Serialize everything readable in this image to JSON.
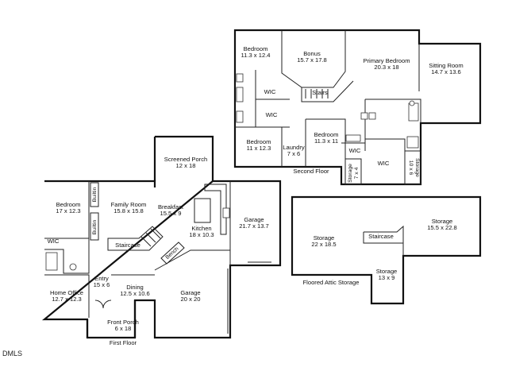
{
  "floors": {
    "first": {
      "caption": "First Floor",
      "rooms": [
        {
          "id": "bedroom",
          "name": "Bedroom",
          "dims": "17 x 12.3"
        },
        {
          "id": "family-room",
          "name": "Family Room",
          "dims": "15.8 x 15.8"
        },
        {
          "id": "breakfast",
          "name": "Breakfast",
          "dims": "15.5 x 9"
        },
        {
          "id": "kitchen",
          "name": "Kitchen",
          "dims": "18 x 10.3"
        },
        {
          "id": "screened-porch",
          "name": "Screened Porch",
          "dims": "12 x 18"
        },
        {
          "id": "garage-1",
          "name": "Garage",
          "dims": "21.7 x 13.7"
        },
        {
          "id": "garage-2",
          "name": "Garage",
          "dims": "20 x 20"
        },
        {
          "id": "home-office",
          "name": "Home Office",
          "dims": "12.7 x 12.3"
        },
        {
          "id": "entry",
          "name": "Entry",
          "dims": "15 x 6"
        },
        {
          "id": "dining",
          "name": "Dining",
          "dims": "12.5 x 10.6"
        },
        {
          "id": "front-porch",
          "name": "Front Porch",
          "dims": "6 x 18"
        }
      ],
      "labels": {
        "wic": "WIC",
        "staircase": "Staircase",
        "bench": "Bench",
        "builtin": "Builtin"
      }
    },
    "second": {
      "caption": "Second Floor",
      "rooms": [
        {
          "id": "bedroom-a",
          "name": "Bedroom",
          "dims": "11.3 x 12.4"
        },
        {
          "id": "bonus",
          "name": "Bonus",
          "dims": "15.7 x 17.8"
        },
        {
          "id": "primary",
          "name": "Primary Bedroom",
          "dims": "20.3 x 18"
        },
        {
          "id": "sitting",
          "name": "Sitting Room",
          "dims": "14.7 x 13.6"
        },
        {
          "id": "bedroom-b",
          "name": "Bedroom",
          "dims": "11.3 x 11"
        },
        {
          "id": "bedroom-c",
          "name": "Bedroom",
          "dims": "11 x 12.3"
        },
        {
          "id": "laundry",
          "name": "Laundry",
          "dims": "7 x 6"
        }
      ],
      "labels": {
        "wic": "WIC",
        "stairs": "Stairs",
        "storage_a": "Storage",
        "storage_a_dims": "7 x 4",
        "storage_b": "Storage",
        "storage_b_dims": "10 x 6"
      }
    },
    "attic": {
      "caption": "Floored Attic Storage",
      "rooms": [
        {
          "id": "storage-1",
          "name": "Storage",
          "dims": "22 x 18.5"
        },
        {
          "id": "storage-2",
          "name": "Storage",
          "dims": "15.5 x 22.8"
        },
        {
          "id": "storage-3",
          "name": "Storage",
          "dims": "13 x 9"
        }
      ],
      "labels": {
        "staircase": "Staircase"
      }
    }
  },
  "watermark": "DMLS"
}
